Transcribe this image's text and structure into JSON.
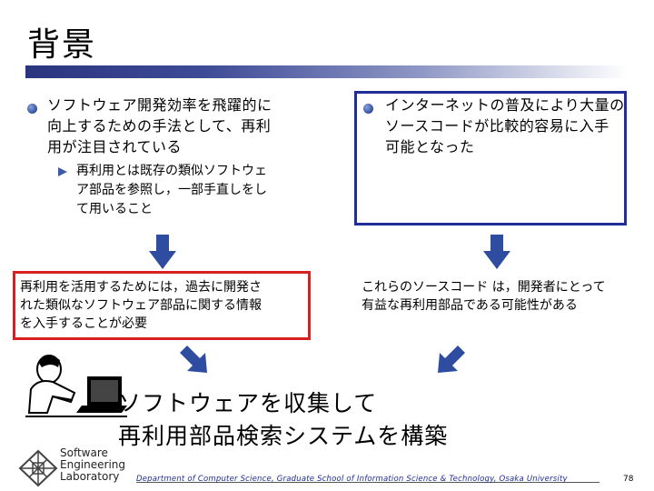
{
  "slide": {
    "title": "背景",
    "page_number": "78",
    "footer": "Department of Computer Science, Graduate School of Information Science & Technology, Osaka University"
  },
  "left": {
    "bullet_lines": [
      "ソフトウェア開発効率を飛躍的に",
      "向上するための手法として、再利",
      "用が注目されている"
    ],
    "sub_lines": [
      "再利用とは既存の類似ソフトウェ",
      "ア部品を参照し，一部手直しをし",
      "て用いること"
    ],
    "box_lines": [
      "再利用を活用するためには，過去に開発さ",
      "れた類似なソフトウェア部品に関する情報",
      "を入手することが必要"
    ]
  },
  "right": {
    "bullet_lines": [
      "インターネットの普及により大量の",
      "ソースコードが比較的容易に入手",
      "可能となった"
    ],
    "box_lines": [
      "これらのソースコード は，開発者にとって",
      "有益な再利用部品である可能性がある"
    ]
  },
  "conclusion": {
    "lines": [
      "ソフトウェアを収集して",
      "再利用部品検索システムを構築"
    ]
  },
  "logo": {
    "lines": [
      "Software",
      "Engineering",
      "Laboratory"
    ]
  },
  "colors": {
    "accent_blue": "#1f2c9a",
    "accent_red": "#d92020",
    "arrow_blue": "#2e4da0"
  }
}
